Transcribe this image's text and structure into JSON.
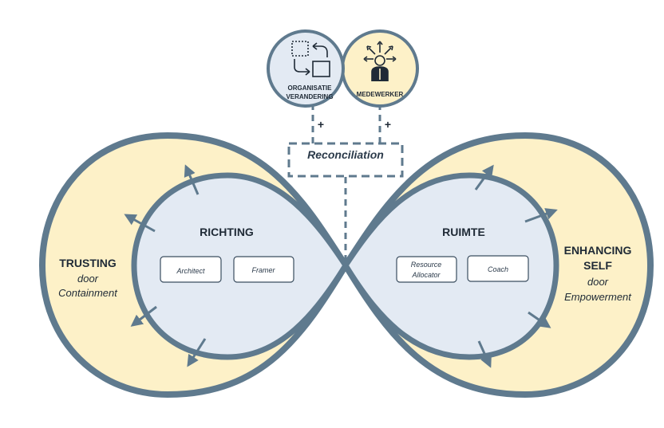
{
  "top": {
    "left_circle": {
      "line1": "ORGANISATIE",
      "line2": "VERANDERING",
      "icon": "transform-icon"
    },
    "right_circle": {
      "label": "MEDEWERKER",
      "icon": "person-arrows-icon"
    },
    "plus_left": "+",
    "plus_right": "+"
  },
  "reconciliation": "Reconciliation",
  "left": {
    "outer_title": "TRUSTING",
    "outer_sub1": "door",
    "outer_sub2": "Containment",
    "inner_title": "RICHTING",
    "roles": [
      "Architect",
      "Framer"
    ]
  },
  "right": {
    "outer_title1": "ENHANCING",
    "outer_title2": "SELF",
    "outer_sub1": "door",
    "outer_sub2": "Empowerment",
    "inner_title": "RUIMTE",
    "roles": [
      [
        "Resource",
        "Allocator"
      ],
      [
        "Coach"
      ]
    ]
  },
  "colors": {
    "outline": "#5f7a8e",
    "outer_fill": "#fdf1c8",
    "inner_fill": "#e3eaf3",
    "text": "#1f2a36"
  }
}
